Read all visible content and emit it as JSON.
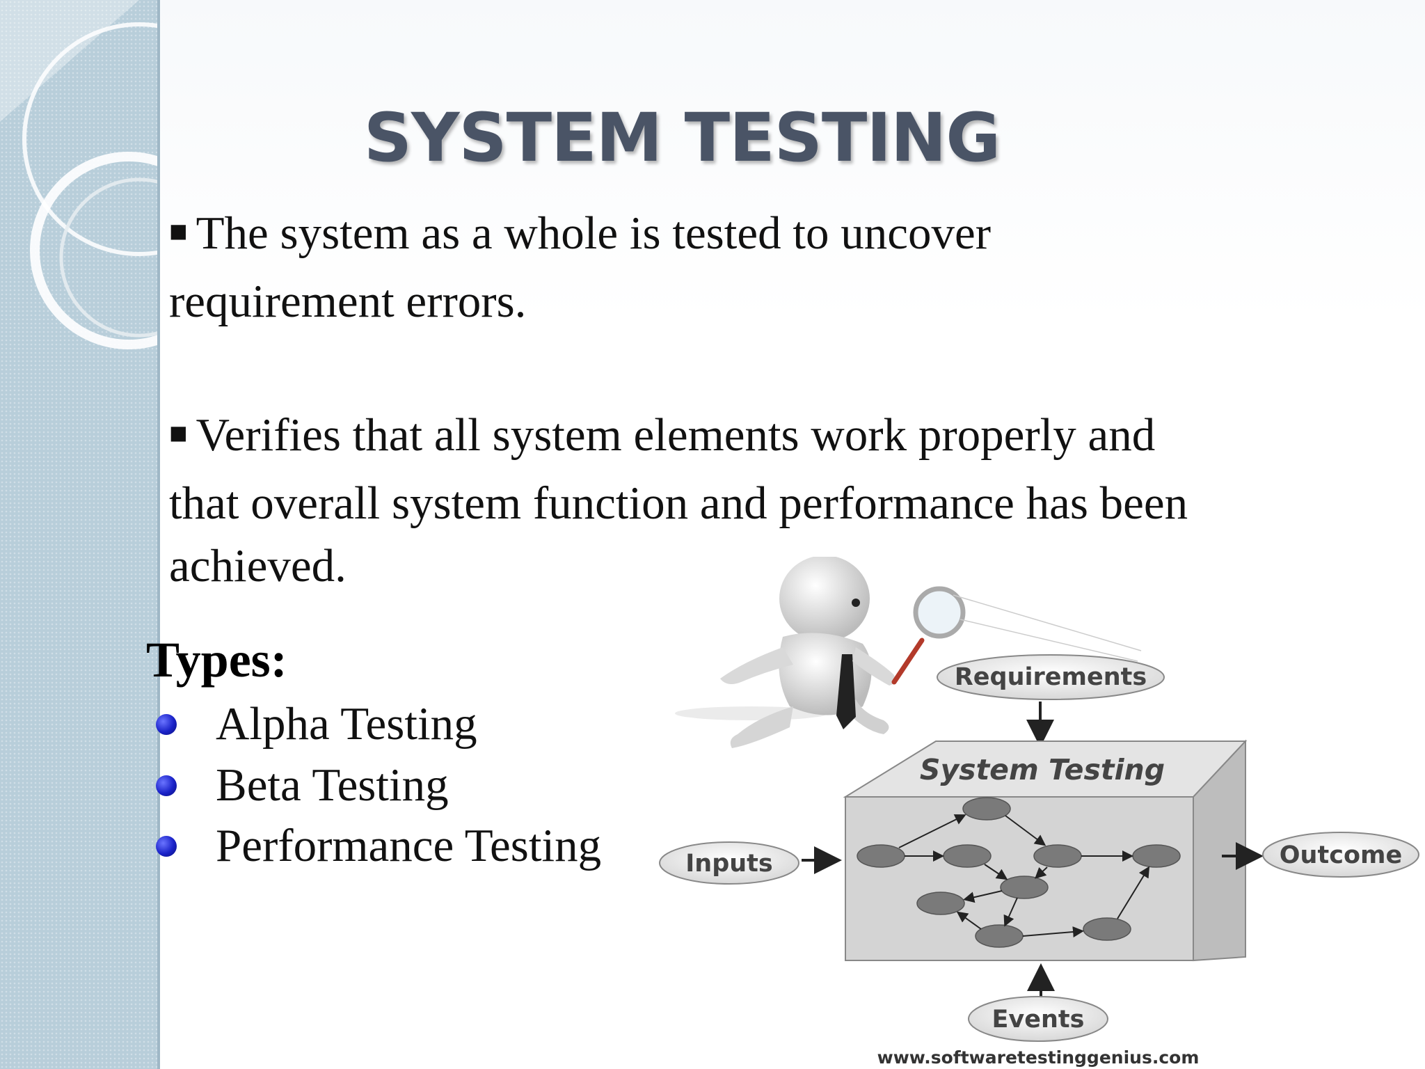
{
  "slide": {
    "title": "SYSTEM TESTING",
    "bullets": [
      "The system as a whole is tested to uncover requirement  errors.",
      "Verifies that all system elements work properly and that overall system function and performance has been achieved."
    ],
    "types_heading": "Types:",
    "types": [
      "Alpha Testing",
      "Beta Testing",
      "Performance Testing"
    ]
  },
  "diagram": {
    "requirements": "Requirements",
    "box_title": "System Testing",
    "inputs": "Inputs",
    "outcome": "Outcome",
    "events": "Events",
    "website": "www.softwaretestinggenius.com"
  },
  "colors": {
    "title": "#4a5466",
    "sidebar": "#b8ceda",
    "bullet_dot": "#1a22c8",
    "box_front": "#d4d4d4",
    "box_top": "#e4e4e4",
    "box_side": "#bdbdbd",
    "node": "#7a7a7a"
  },
  "icons": [
    "square-bullet-icon",
    "blue-dot-bullet-icon",
    "magnifying-glass-figure-icon"
  ]
}
